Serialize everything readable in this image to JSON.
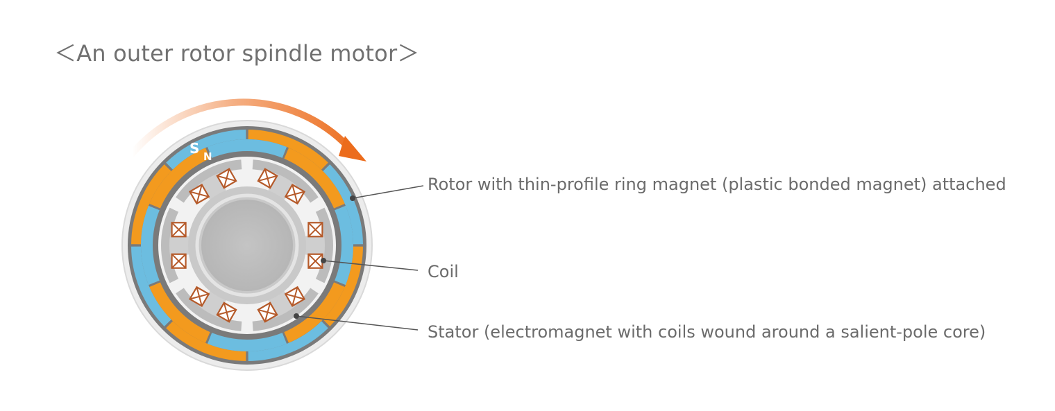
{
  "title": "＜An outer rotor spindle motor＞",
  "pole_labels": {
    "south": "S",
    "north": "N"
  },
  "callouts": {
    "rotor": "Rotor with thin-profile ring magnet (plastic bonded magnet) attached",
    "coil": "Coil",
    "stator": "Stator (electromagnet with coils wound around a salient-pole core)"
  },
  "colors": {
    "magnet_orange": "#f39a1e",
    "magnet_blue": "#6cbde0",
    "arrow_orange": "#ec6c1c",
    "coil_brown": "#b55a2a",
    "core_gray": "#bcbcbc",
    "rotor_gray": "#7a7a7a"
  },
  "icons": {
    "rotation": "clockwise-arrow",
    "coil": "crossed-square"
  }
}
